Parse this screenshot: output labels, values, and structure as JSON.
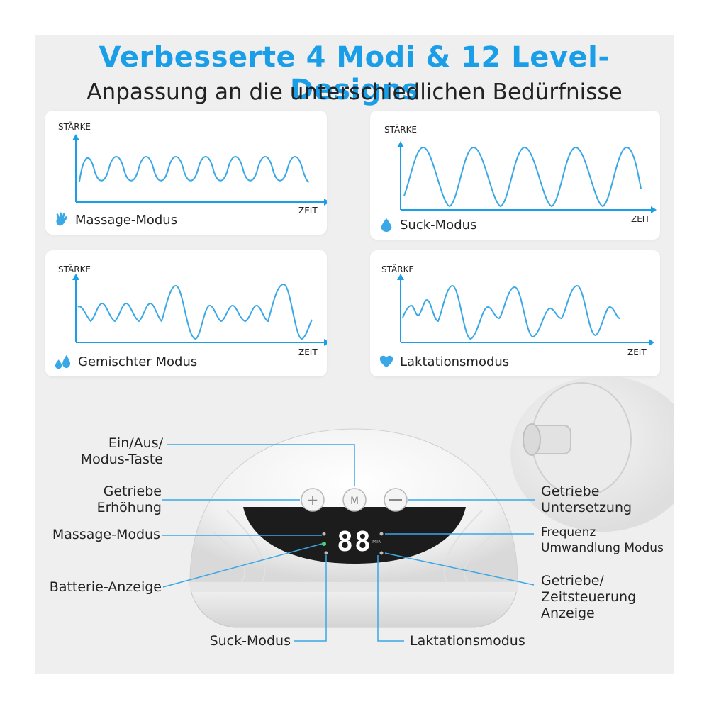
{
  "header": {
    "title": "Verbesserte 4 Modi & 12 Level-Designs",
    "subtitle": "Anpassung an die unterschiedlichen Bedürfnisse"
  },
  "axes": {
    "y_label": "STÄRKE",
    "x_label": "ZEIT"
  },
  "panels": [
    {
      "mode_label": "Massage-Modus",
      "icon": "hand-icon"
    },
    {
      "mode_label": "Suck-Modus",
      "icon": "droplet-icon"
    },
    {
      "mode_label": "Gemischter Modus",
      "icon": "double-droplet-icon"
    },
    {
      "mode_label": "Laktationsmodus",
      "icon": "heart-icon"
    }
  ],
  "display": {
    "digits": "88",
    "min_label": "MIN"
  },
  "callouts": {
    "power_line1": "Ein/Aus/",
    "power_line2": "Modus-Taste",
    "gear_up_line1": "Getriebe",
    "gear_up_line2": "Erhöhung",
    "massage_mode": "Massage-Modus",
    "battery": "Batterie-Anzeige",
    "suck_mode": "Suck-Modus",
    "lactation_mode": "Laktationsmodus",
    "gear_down_line1": "Getriebe",
    "gear_down_line2": "Untersetzung",
    "frequency_line1": "Frequenz",
    "frequency_line2": "Umwandlung Modus",
    "gear_time_line1": "Getriebe/",
    "gear_time_line2": "Zeitsteuerung",
    "gear_time_line3": "Anzeige"
  },
  "colors": {
    "accent": "#1a9ee8",
    "wave": "#3aa8e6",
    "panel_bg": "#ffffff",
    "stage_bg": "#efefef",
    "display": "#1c1c1c"
  }
}
